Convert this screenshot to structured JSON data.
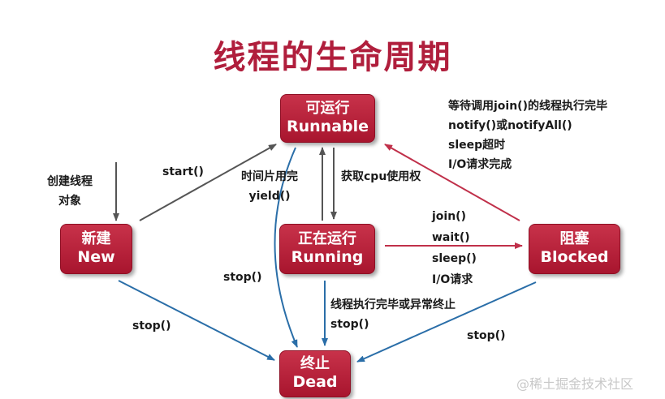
{
  "title": "线程的生命周期",
  "states": {
    "runnable": {
      "zh": "可运行",
      "en": "Runnable"
    },
    "new": {
      "zh": "新建",
      "en": "New"
    },
    "running": {
      "zh": "正在运行",
      "en": "Running"
    },
    "blocked": {
      "zh": "阻塞",
      "en": "Blocked"
    },
    "dead": {
      "zh": "终止",
      "en": "Dead"
    }
  },
  "labels": {
    "create": [
      "创建线程",
      "对象"
    ],
    "start": "start()",
    "timeslice": [
      "时间片用完",
      "yield()"
    ],
    "get_cpu": "获取cpu使用权",
    "unblock": [
      "等待调用join()的线程执行完毕",
      "notify()或notifyAll()",
      "sleep超时",
      "I/O请求完成"
    ],
    "block": [
      "join()",
      "wait()",
      "sleep()",
      "I/O请求"
    ],
    "stop_runnable": "stop()",
    "stop_new": "stop()",
    "finish": [
      "线程执行完毕或异常终止",
      "stop()"
    ],
    "stop_blocked": "stop()"
  },
  "colors": {
    "state_fill": "#b8203a",
    "title": "#b01e3c",
    "arrow_gray": "#555555",
    "arrow_blue": "#2a6ea8",
    "arrow_red": "#c0304a"
  },
  "watermark": "@稀土掘金技术社区"
}
